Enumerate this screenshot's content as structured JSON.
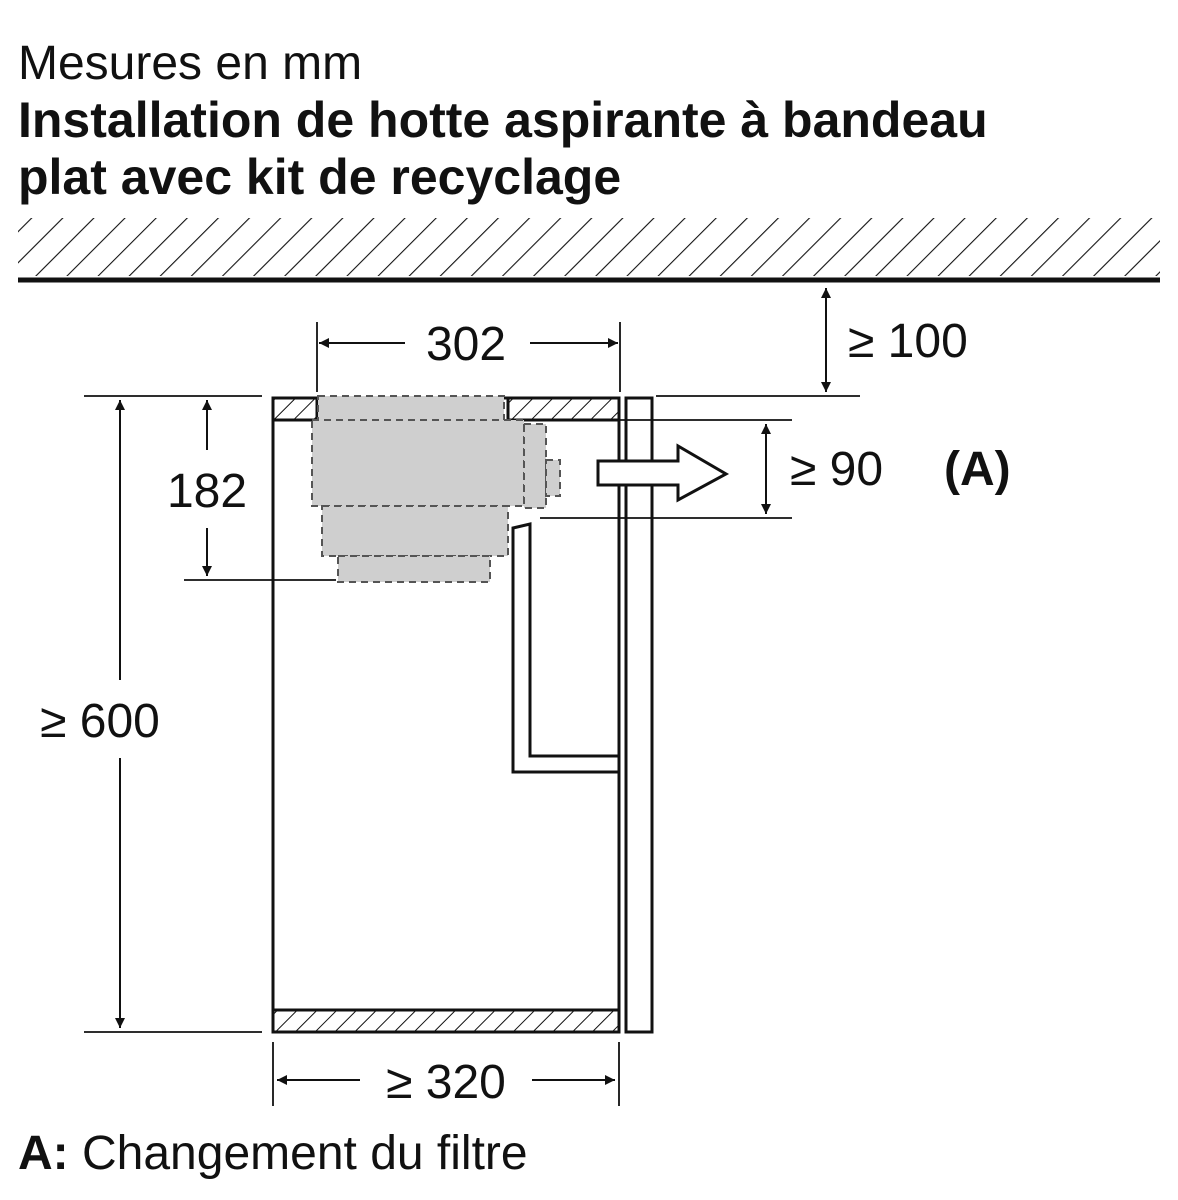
{
  "header": {
    "unit_note": "Mesures en mm",
    "title_line1": "Installation de hotte aspirante à bandeau",
    "title_line2": "plat avec kit de recyclage"
  },
  "dimensions": {
    "top_width": "302",
    "ceiling_gap": "≥ 100",
    "vent_height": "≥ 90",
    "vent_marker": "(A)",
    "hood_height": "182",
    "cabinet_height": "≥ 600",
    "cabinet_width": "≥ 320"
  },
  "legend": {
    "key": "A:",
    "text": "Changement du filtre"
  },
  "colors": {
    "line": "#111111",
    "hood_fill": "#cfcfcf",
    "background": "#ffffff"
  }
}
